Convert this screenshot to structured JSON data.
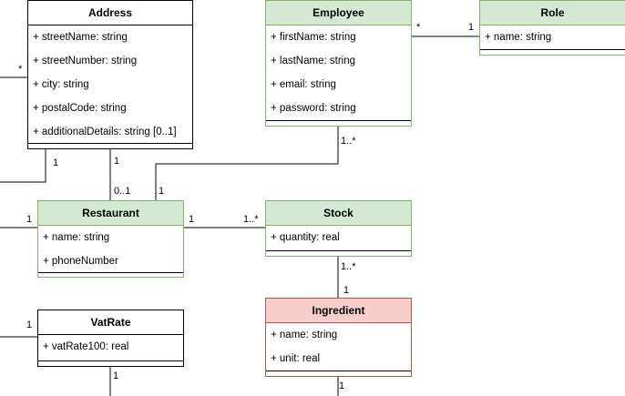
{
  "classes": {
    "address": {
      "name": "Address",
      "attributes": [
        "+ streetName: string",
        "+ streetNumber: string",
        "+ city: string",
        "+ postalCode: string",
        "+ additionalDetails: string [0..1]"
      ]
    },
    "employee": {
      "name": "Employee",
      "attributes": [
        "+ firstName: string",
        "+ lastName: string",
        "+ email: string",
        "+ password: string"
      ]
    },
    "role": {
      "name": "Role",
      "attributes": [
        "+ name: string"
      ]
    },
    "restaurant": {
      "name": "Restaurant",
      "attributes": [
        "+ name: string",
        "+ phoneNumber"
      ]
    },
    "stock": {
      "name": "Stock",
      "attributes": [
        "+ quantity: real"
      ]
    },
    "vatrate": {
      "name": "VatRate",
      "attributes": [
        "+ vatRate100: real"
      ]
    },
    "ingredient": {
      "name": "Ingredient",
      "attributes": [
        "+ name: string",
        "+ unit: real"
      ]
    }
  },
  "multiplicities": {
    "address_left": "*",
    "address_bottom_left": "1",
    "address_restaurant_top": "1",
    "address_restaurant_bottom": "0..1",
    "employee_role_left": "*",
    "employee_role_right": "1",
    "employee_restaurant_top": "1..*",
    "employee_restaurant_bottom": "1",
    "restaurant_left": "1",
    "restaurant_stock_left": "1",
    "restaurant_stock_right": "1..*",
    "stock_ingredient_top": "1..*",
    "stock_ingredient_bottom": "1",
    "vatrate_left": "1",
    "vatrate_bottom": "1",
    "ingredient_bottom": "1"
  },
  "colors": {
    "class_fill_green": "#d5e8d4",
    "class_stroke_green": "#82b366",
    "class_fill_red": "#f8cecc",
    "class_stroke_red": "#b85450"
  }
}
